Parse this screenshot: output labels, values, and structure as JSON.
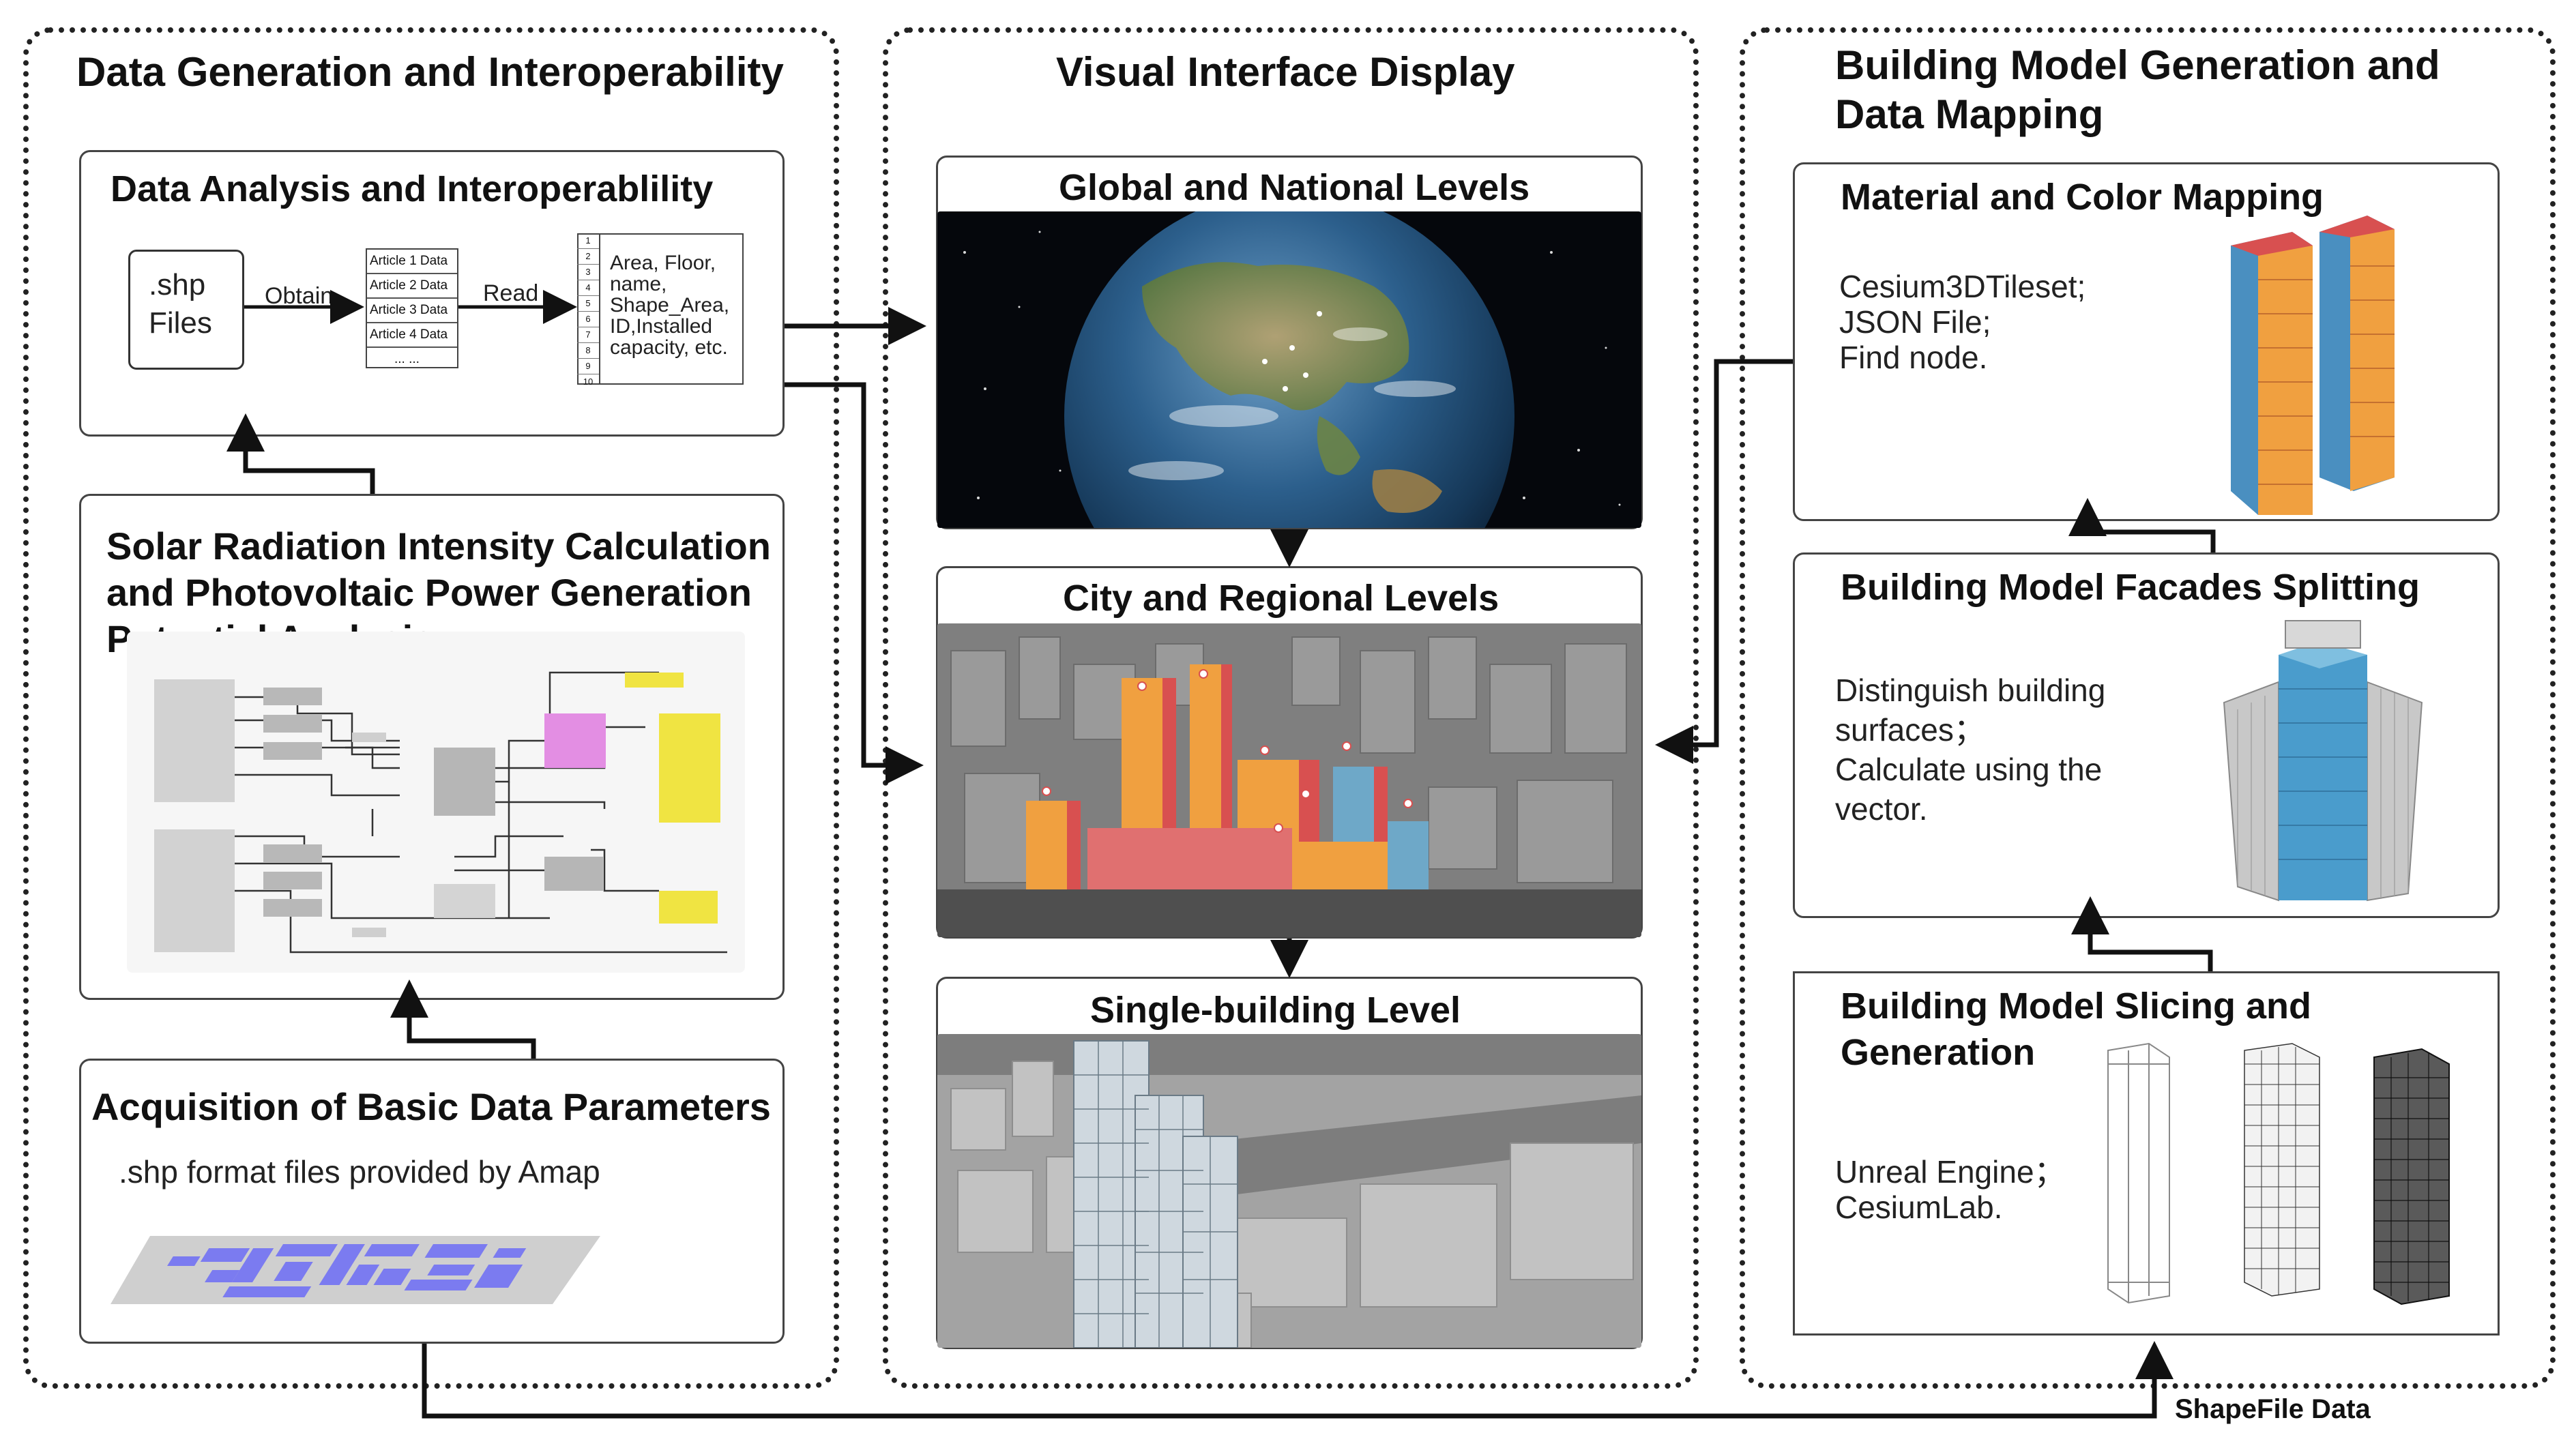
{
  "panels": {
    "left": {
      "title": "Data Generation and Interoperability"
    },
    "middle": {
      "title": "Visual Interface Display"
    },
    "right": {
      "title_line1": "Building Model Generation and",
      "title_line2": "Data Mapping"
    }
  },
  "left_boxes": {
    "data_analysis": {
      "title": "Data Analysis and Interoperablility",
      "shp_line1": ".shp",
      "shp_line2": "Files",
      "obtain_label": "Obtain",
      "read_label": "Read",
      "articles": [
        "Article 1 Data",
        "Article 2 Data",
        "Article 3 Data",
        "Article 4 Data",
        "... ..."
      ],
      "row_numbers": [
        "1",
        "2",
        "3",
        "4",
        "5",
        "6",
        "7",
        "8",
        "9",
        "10"
      ],
      "fields_text": "Area, Floor,\nname,\nShape_Area,\nID,Installed\ncapacity, etc."
    },
    "solar": {
      "title_line1": "Solar Radiation Intensity Calculation",
      "title_line2": "and Photovoltaic Power Generation",
      "title_line3": "Potential Analysis"
    },
    "acquisition": {
      "title": "Acquisition of Basic Data Parameters",
      "description": ".shp format files provided by Amap"
    }
  },
  "middle_boxes": {
    "global": {
      "title": "Global and National Levels"
    },
    "city": {
      "title": "City and Regional Levels"
    },
    "single": {
      "title": "Single-building Level"
    }
  },
  "right_boxes": {
    "material": {
      "title": "Material and Color Mapping",
      "line1": "Cesium3DTileset;",
      "line2": "JSON File;",
      "line3": "Find node."
    },
    "facades": {
      "title": "Building Model Facades Splitting",
      "line1": "Distinguish building",
      "line2": "surfaces；",
      "line3": "Calculate using the",
      "line4": "vector."
    },
    "slicing": {
      "title_line1": "Building Model Slicing and",
      "title_line2": "Generation",
      "line1": "Unreal Engine；",
      "line2": "CesiumLab."
    }
  },
  "connector_label": "ShapeFile Data",
  "colors": {
    "border": "#222222",
    "arrow": "#111111",
    "flow_yellow": "#f0e442",
    "flow_pink": "#e38ee3",
    "map_purple": "#7b7bf0",
    "building_orange": "#f0a040",
    "building_red": "#d85050",
    "building_blue": "#4a8fc0"
  }
}
